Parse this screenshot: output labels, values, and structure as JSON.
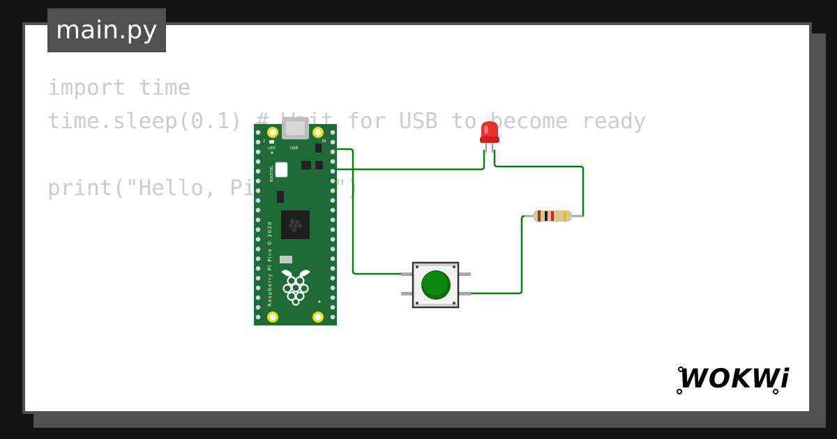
{
  "file_tab": {
    "name": "main.py"
  },
  "code_lines": [
    "import time",
    "time.sleep(0.1) # Wait for USB to become ready",
    "",
    "print(\"Hello, Pi Pico!\")"
  ],
  "board": {
    "silk_top_left": "2",
    "silk_top_right": "39",
    "led_label": "LED",
    "usb_label": "USB",
    "bootsel_label": "BOOTSEL",
    "brand_label": "Raspberry Pi Pico © 2020"
  },
  "brand": {
    "logo_text": "WOKWi"
  },
  "colors": {
    "board": "#1e6b37",
    "wire": "#0a7d0a",
    "led": "#e8302a",
    "button_cap": "#0d8a0d",
    "pad": "#e8df1c"
  }
}
